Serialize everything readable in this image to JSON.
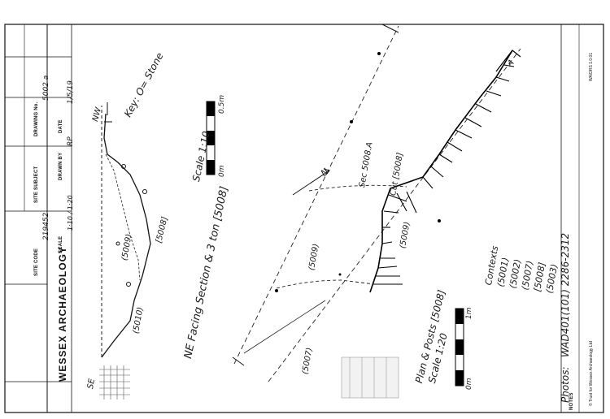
{
  "title_block": {
    "company": "WESSEX ARCHAEOLOGY",
    "site_code_label": "SITE CODE",
    "site_code": "219452",
    "scale_label": "SCALE",
    "scale": "1:10 / 1:20",
    "site_subject_label": "SITE SUBJECT",
    "drawn_by_label": "DRAWN BY",
    "drawn_by": "RP",
    "drawing_no_label": "DRAWING No.",
    "drawing_no": "5002 a",
    "date_label": "DATE",
    "date": "1/5/19",
    "notes_label": "NOTES",
    "copyright": "© Trust for Wessex Archaeology Ltd",
    "form_ref": "WA/DRS 1.0.01"
  },
  "key": "Key: O= Stone",
  "section": {
    "title": "NE Facing Section & 3 ton [5008]",
    "scale": "Scale 1:10",
    "scale_bar_top": "0.5m",
    "scale_bar_bottom": "0m",
    "label_nw": "NW",
    "label_se": "SE",
    "fill_upper": "(5009)",
    "fill_lower": "(5010)",
    "cut": "[5008]"
  },
  "plan": {
    "title": "Plan & Posts [5008]",
    "scale": "Scale 1:20",
    "scale_bar_top": "1m",
    "scale_bar_bottom": "0m",
    "north": "N",
    "fill_left": "(5007)",
    "fill_center": "(5009)",
    "fill_right": "(5009)",
    "cut_label": "Cut [5008]",
    "section_label": "Sec 5008.A",
    "section_arrow": "A"
  },
  "photos_label": "Photos:",
  "photo_ref": "WAD401(101) 2286-2312",
  "contexts": [
    "Contexts",
    "(5001)",
    "(5002)",
    "(5007)",
    "[5008]",
    "(5003)"
  ]
}
